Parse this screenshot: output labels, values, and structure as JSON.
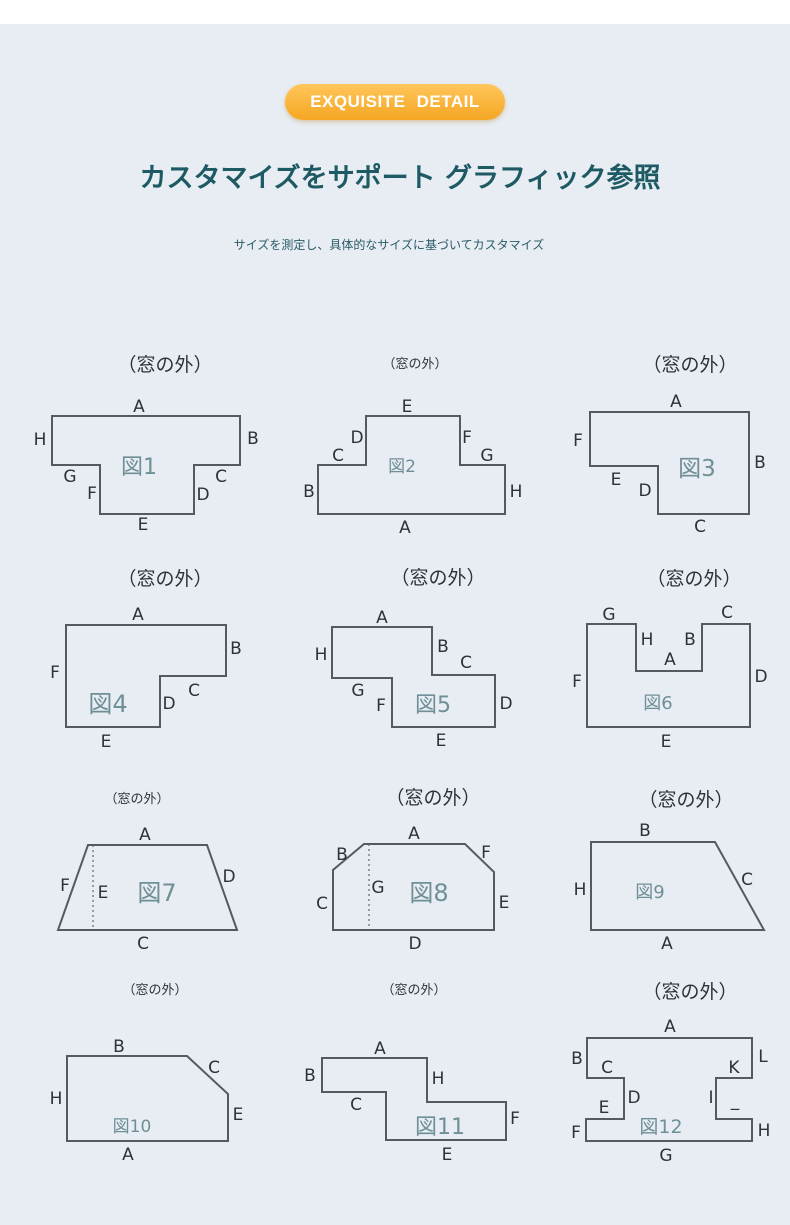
{
  "badge": "EXQUISITE DETAIL",
  "title": "カスタマイズをサポート グラフィック参照",
  "subtitle": "サイズを測定し、具体的なサイズに基づいてカスタマイズ",
  "window_label": "（窓の外）",
  "figures": [
    {
      "name": "図1",
      "labels": {
        "A": "A",
        "B": "B",
        "C": "C",
        "D": "D",
        "E": "E",
        "F": "F",
        "G": "G",
        "H": "H"
      }
    },
    {
      "name": "図2",
      "labels": {
        "A": "A",
        "B1": "B",
        "C": "C",
        "D": "D",
        "E": "E",
        "F": "F",
        "G": "G",
        "H": "H"
      }
    },
    {
      "name": "図3",
      "labels": {
        "A": "A",
        "B": "B",
        "C": "C",
        "D": "D",
        "E": "E",
        "F": "F"
      }
    },
    {
      "name": "図4",
      "labels": {
        "A": "A",
        "B": "B",
        "C": "C",
        "D": "D",
        "E": "E",
        "F": "F"
      }
    },
    {
      "name": "図5",
      "labels": {
        "A": "A",
        "B": "B",
        "C": "C",
        "D": "D",
        "E": "E",
        "F": "F",
        "G": "G",
        "H": "H"
      }
    },
    {
      "name": "図6",
      "labels": {
        "A": "A",
        "B": "B",
        "C": "C",
        "D": "D",
        "E": "E",
        "F": "F",
        "G": "G",
        "H": "H"
      }
    },
    {
      "name": "図7",
      "labels": {
        "A": "A",
        "C": "C",
        "D": "D",
        "E": "E",
        "F": "F"
      }
    },
    {
      "name": "図8",
      "labels": {
        "A": "A",
        "B": "B",
        "C": "C",
        "D": "D",
        "E": "E",
        "F": "F",
        "G": "G"
      }
    },
    {
      "name": "図9",
      "labels": {
        "A": "A",
        "B": "B",
        "C": "C",
        "H": "H"
      }
    },
    {
      "name": "図10",
      "labels": {
        "A": "A",
        "B": "B",
        "C": "C",
        "E": "E",
        "H": "H"
      }
    },
    {
      "name": "図11",
      "labels": {
        "A": "A",
        "B": "B",
        "C": "C",
        "E": "E",
        "F": "F",
        "H": "H"
      }
    },
    {
      "name": "図12",
      "labels": {
        "A": "A",
        "B": "B",
        "C": "C",
        "D": "D",
        "E": "E",
        "F": "F",
        "G": "G",
        "H": "H",
        "I": "I",
        "K": "K",
        "L": "L",
        "J": "_"
      }
    }
  ],
  "colors": {
    "accent": "#f5a623",
    "title": "#1e5a64",
    "panel": "#e8edf3",
    "line": "#555a62",
    "figure_label": "#6f8f96"
  }
}
